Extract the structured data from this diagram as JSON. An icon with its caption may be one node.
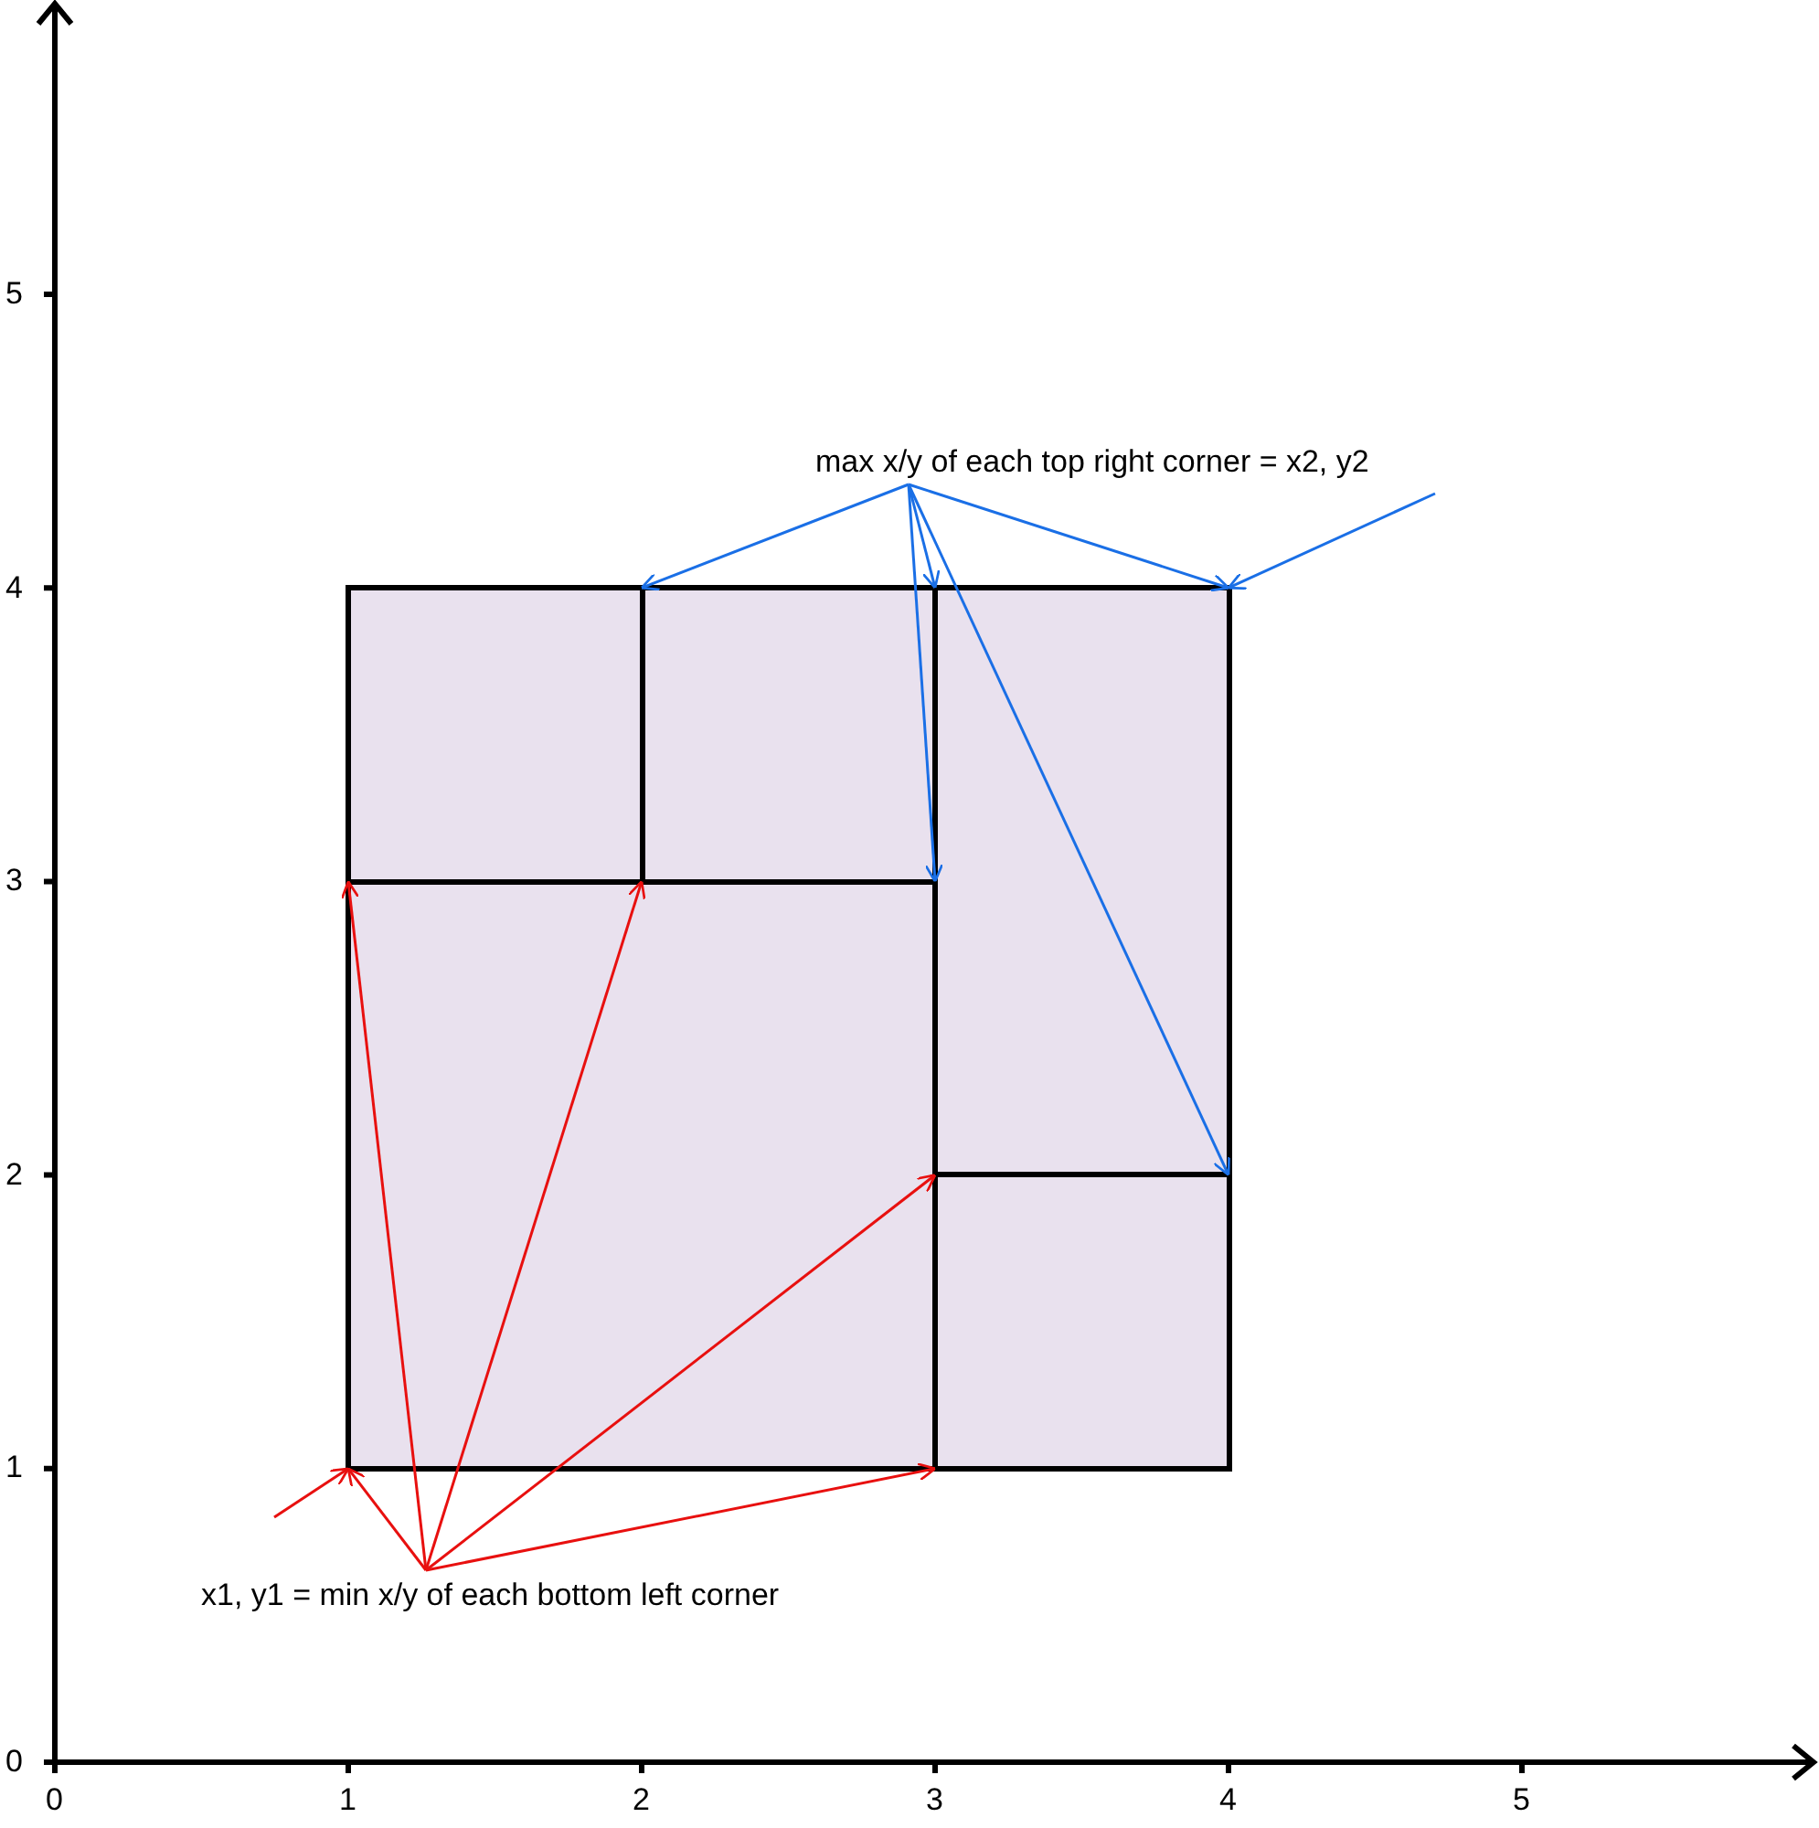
{
  "diagram": {
    "nodes": [
      {
        "text": [
          "max x/y of each top right corner = x2, y2"
        ]
      },
      {
        "text": [
          "x1, y1 = min x/y of each bottom left corner"
        ]
      },
      {
        "text": [],
        "shape": "box"
      },
      {
        "text": [],
        "shape": "box"
      },
      {
        "text": [],
        "shape": "box"
      },
      {
        "text": [],
        "shape": "box"
      },
      {
        "text": [],
        "shape": "box"
      }
    ],
    "edges": [
      {
        "from": 0,
        "to": 2,
        "arrow": "to",
        "color": "#1a6fe6"
      },
      {
        "from": 0,
        "to": 3,
        "arrow": "to",
        "color": "#1a6fe6"
      },
      {
        "from": 0,
        "to": 5,
        "arrow": "to",
        "color": "#1a6fe6"
      },
      {
        "from": 0,
        "to": 4,
        "arrow": "to",
        "color": "#1a6fe6"
      },
      {
        "from": 0,
        "to": 6,
        "arrow": "to",
        "color": "#1a6fe6"
      },
      {
        "from": null,
        "to": 4,
        "arrow": "to",
        "color": "#1a6fe6"
      },
      {
        "from": 1,
        "to": 5,
        "arrow": "to",
        "color": "#e8100f"
      },
      {
        "from": 1,
        "to": 2,
        "arrow": "to",
        "color": "#e8100f"
      },
      {
        "from": 1,
        "to": 3,
        "arrow": "to",
        "color": "#e8100f"
      },
      {
        "from": 1,
        "to": 4,
        "arrow": "to",
        "color": "#e8100f"
      },
      {
        "from": 1,
        "to": 6,
        "arrow": "to",
        "color": "#e8100f"
      },
      {
        "from": null,
        "to": 5,
        "arrow": "to",
        "color": "#e8100f"
      }
    ],
    "labels": [
      "5",
      "4",
      "3",
      "2",
      "1",
      "0",
      "0",
      "1",
      "2",
      "3",
      "4",
      "5"
    ]
  }
}
